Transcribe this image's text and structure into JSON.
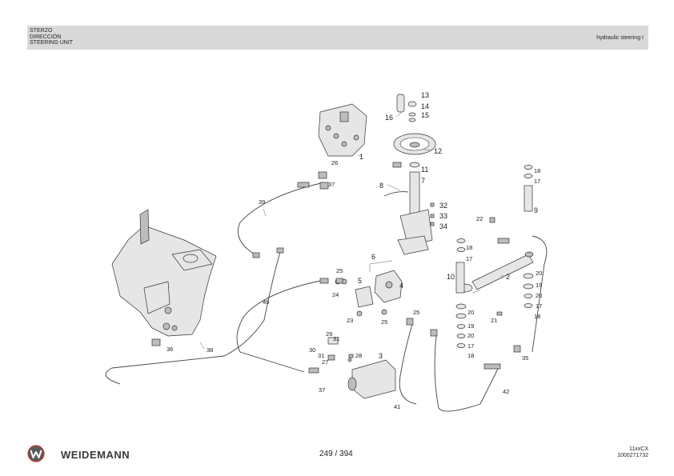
{
  "header": {
    "title_lines": [
      "STERZO",
      "DIRECCIÓN",
      "STEERING UNIT"
    ],
    "section": "hydraulic steering  I"
  },
  "callouts": {
    "c1": "1",
    "c2": "2",
    "c3": "3",
    "c4": "4",
    "c5": "5",
    "c6": "6",
    "c7": "7",
    "c8": "8",
    "c9": "9",
    "c10": "10",
    "c11": "11",
    "c12": "12",
    "c13": "13",
    "c14": "14",
    "c15": "15",
    "c16": "16",
    "c17a": "17",
    "c17b": "17",
    "c17c": "17",
    "c17d": "17",
    "c18a": "18",
    "c18b": "18",
    "c18c": "18",
    "c18d": "18",
    "c19a": "19",
    "c19b": "19",
    "c20a": "20",
    "c20b": "20",
    "c20c": "20",
    "c20d": "20",
    "c21": "21",
    "c22": "22",
    "c23": "23",
    "c24": "24",
    "c25a": "25",
    "c25b": "25",
    "c25c": "25",
    "c26": "26",
    "c27": "27",
    "c28": "28",
    "c29": "29",
    "c30": "30",
    "c31a": "31",
    "c31b": "31",
    "c32": "32",
    "c33": "33",
    "c34": "34",
    "c35": "35",
    "c36": "36",
    "c37a": "37",
    "c37b": "37",
    "c38": "38",
    "c39": "39",
    "c40": "40",
    "c41": "41",
    "c42": "42"
  },
  "footer": {
    "brand": "WEIDEMANN",
    "page": "249 / 394",
    "model": "11xxCX",
    "doc_number": "1000271732"
  },
  "icons": {
    "logo": "weidemann-logo-icon"
  }
}
